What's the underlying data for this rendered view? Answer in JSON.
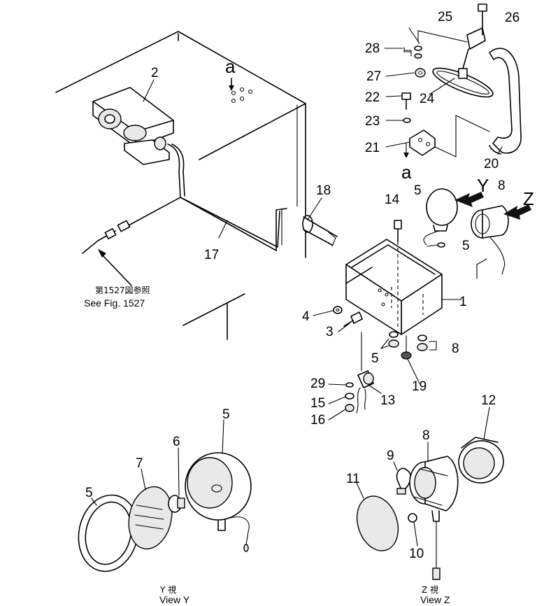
{
  "callouts": {
    "c1": "1",
    "c2": "2",
    "c3": "3",
    "c4": "4",
    "c5a": "5",
    "c5b": "5",
    "c5c": "5",
    "c5d": "5",
    "c5e": "5",
    "c6": "6",
    "c7": "7",
    "c8a": "8",
    "c8b": "8",
    "c8c": "8",
    "c9": "9",
    "c10": "10",
    "c11": "11",
    "c12": "12",
    "c13": "13",
    "c14": "14",
    "c15": "15",
    "c16": "16",
    "c17": "17",
    "c18": "18",
    "c19": "19",
    "c20": "20",
    "c21": "21",
    "c22": "22",
    "c23": "23",
    "c24": "24",
    "c25": "25",
    "c26": "26",
    "c27": "27",
    "c28": "28",
    "c29": "29"
  },
  "markers": {
    "a_top": "a",
    "a_bottom": "a",
    "view_y": "Y",
    "view_z": "Z"
  },
  "captions": {
    "ref_jp": "第1527図参照",
    "ref_en": "See Fig. 1527",
    "view_y_jp": "Y   視",
    "view_y_en": "View  Y",
    "view_z_jp": "Z   視",
    "view_z_en": "View  Z"
  }
}
